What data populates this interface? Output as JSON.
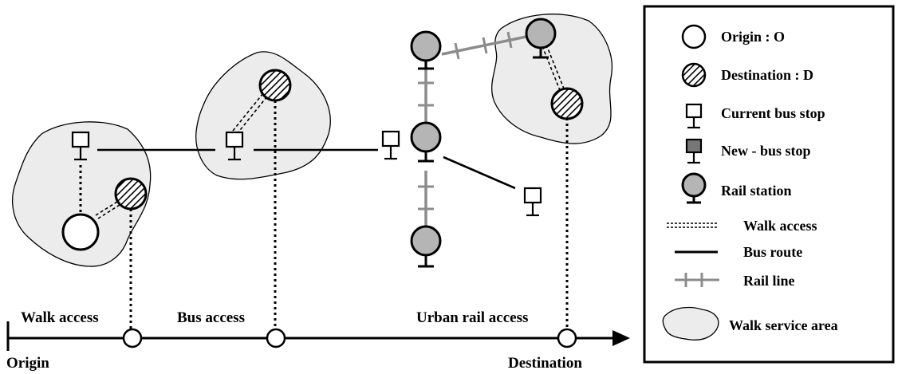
{
  "axis": {
    "stages": {
      "walk": "Walk access",
      "bus": "Bus access",
      "rail": "Urban rail access"
    },
    "start_label": "Origin",
    "end_label": "Destination"
  },
  "legend": {
    "items": [
      {
        "key": "origin",
        "icon": "origin-circle-icon",
        "label": "Origin : O"
      },
      {
        "key": "destination",
        "icon": "destination-hatched-circle-icon",
        "label": "Destination : D"
      },
      {
        "key": "current_stop",
        "icon": "current-bus-stop-icon",
        "label": "Current bus stop"
      },
      {
        "key": "new_stop",
        "icon": "new-bus-stop-icon",
        "label": "New - bus stop"
      },
      {
        "key": "rail_station",
        "icon": "rail-station-icon",
        "label": "Rail station"
      },
      {
        "key": "walk_access",
        "icon": "walk-access-line-icon",
        "label": "Walk access"
      },
      {
        "key": "bus_route",
        "icon": "bus-route-line-icon",
        "label": "Bus route"
      },
      {
        "key": "rail_line",
        "icon": "rail-line-icon",
        "label": "Rail line"
      },
      {
        "key": "walk_area",
        "icon": "walk-service-area-icon",
        "label": "Walk service area"
      }
    ]
  },
  "colors": {
    "area_fill": "#ececec",
    "station_fill": "#b5b5b5",
    "new_stop_fill": "#777777",
    "rail_line": "#8c8c8c",
    "ink": "#000000"
  }
}
